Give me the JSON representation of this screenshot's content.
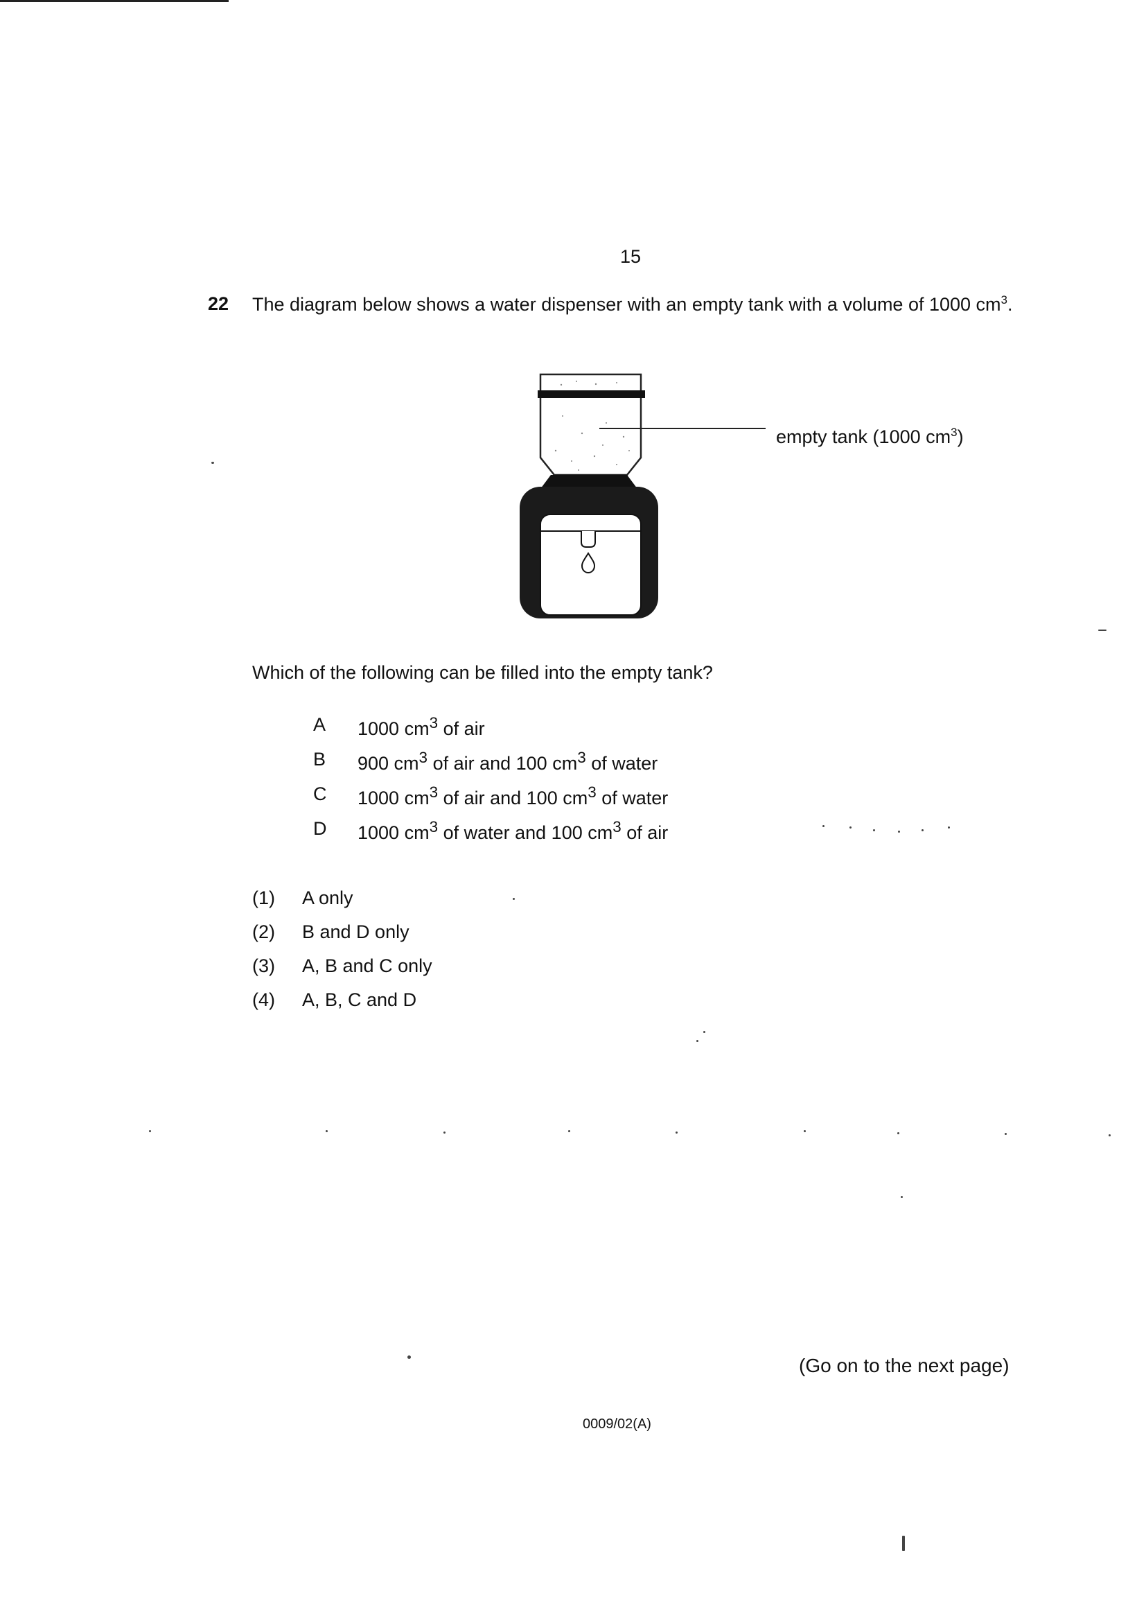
{
  "page_number": "15",
  "question": {
    "number": "22",
    "stem_text": "The diagram below shows a water dispenser with an empty tank with a volume of 1000 cm",
    "stem_sup": "3",
    "stem_end": "."
  },
  "diagram": {
    "label_text": "empty tank (1000 cm",
    "label_sup": "3",
    "label_end": ")"
  },
  "prompt": "Which of the following can be filled into the empty tank?",
  "statements": [
    {
      "letter": "A",
      "p1": "1000 cm",
      "s1": "3",
      "p2": " of air",
      "s2": "",
      "p3": ""
    },
    {
      "letter": "B",
      "p1": "900 cm",
      "s1": "3",
      "p2": " of air and 100 cm",
      "s2": "3",
      "p3": " of water"
    },
    {
      "letter": "C",
      "p1": "1000 cm",
      "s1": "3",
      "p2": " of air and 100 cm",
      "s2": "3",
      "p3": " of water"
    },
    {
      "letter": "D",
      "p1": "1000 cm",
      "s1": "3",
      "p2": " of water and 100 cm",
      "s2": "3",
      "p3": " of air"
    }
  ],
  "options": [
    {
      "num": "(1)",
      "text": "A only"
    },
    {
      "num": "(2)",
      "text": "B and D only"
    },
    {
      "num": "(3)",
      "text": "A, B and C only"
    },
    {
      "num": "(4)",
      "text": "A, B, C and D"
    }
  ],
  "footer": {
    "go_on": "(Go on to the next page)",
    "code": "0009/02(A)"
  }
}
